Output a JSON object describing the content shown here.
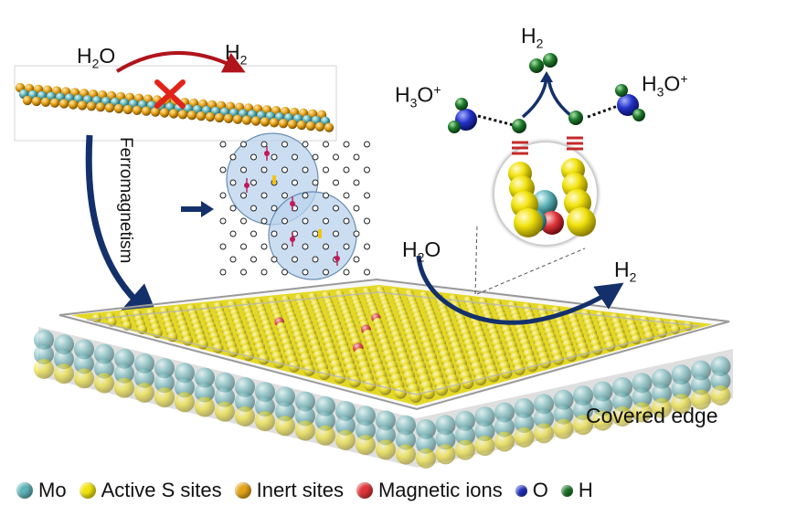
{
  "labels": {
    "h2o_top": "H₂O",
    "h2_top": "H₂",
    "ferro": "Ferromagnetism",
    "h2_inset": "H₂",
    "h3o_left": "H₃O⁺",
    "h3o_right": "H₃O⁺",
    "h2o_main": "H₂O",
    "h2_main": "H₂",
    "covered_edge": "Covered edge"
  },
  "legend": [
    {
      "label": "Mo",
      "color": "#5fb3b8",
      "icon": "mo-atom-icon"
    },
    {
      "label": "Active S sites",
      "color": "#f2e30f",
      "icon": "active-s-atom-icon"
    },
    {
      "label": "Inert sites",
      "color": "#e5a41a",
      "icon": "inert-site-atom-icon"
    },
    {
      "label": "Magnetic ions",
      "color": "#e0353a",
      "icon": "magnetic-ion-icon"
    },
    {
      "label": "O",
      "color": "#2433c9",
      "icon": "oxygen-atom-icon"
    },
    {
      "label": "H",
      "color": "#1f7a2a",
      "icon": "hydrogen-atom-icon"
    }
  ],
  "colors": {
    "mo": "#5fb3b8",
    "s_active": "#f2e30f",
    "s_inert": "#e5a41a",
    "magnetic": "#e0353a",
    "oxygen": "#2433c9",
    "hydrogen": "#1f7a2a",
    "arrow_navy": "#14306b",
    "arrow_red": "#b0141c",
    "bond_red": "#c42a2a"
  }
}
